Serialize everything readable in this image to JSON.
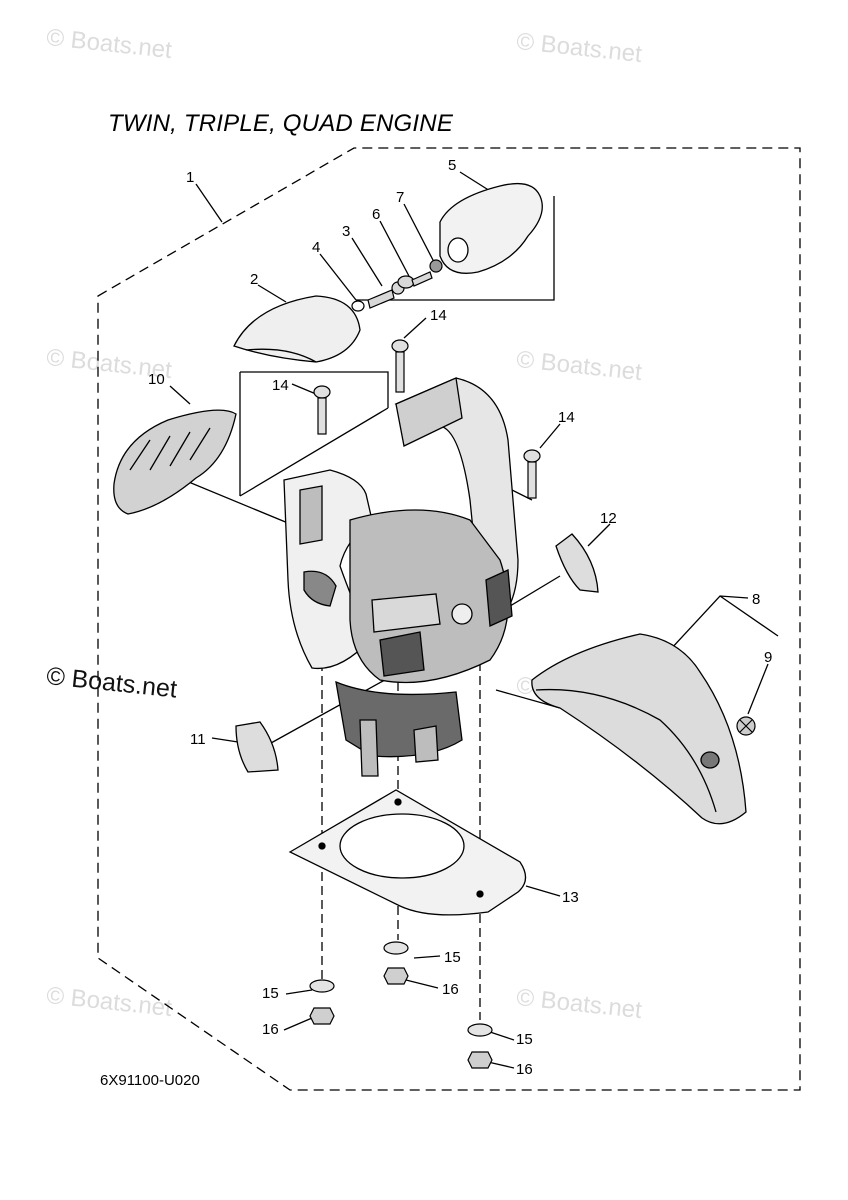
{
  "diagram": {
    "title": "TWIN, TRIPLE, QUAD ENGINE",
    "code": "6X91100-U020",
    "watermark": "© Boats.net",
    "watermark_dark": "© Boats.net",
    "line_color": "#000000",
    "part_fill": "#f2f2f2",
    "part_shade": "#bdbdbd",
    "part_dark": "#555555",
    "callouts": {
      "c1": "1",
      "c2": "2",
      "c3": "3",
      "c4": "4",
      "c5": "5",
      "c6": "6",
      "c7": "7",
      "c8": "8",
      "c9": "9",
      "c10": "10",
      "c11": "11",
      "c12": "12",
      "c13": "13",
      "c14a": "14",
      "c14b": "14",
      "c14c": "14",
      "c15a": "15",
      "c15b": "15",
      "c15c": "15",
      "c16a": "16",
      "c16b": "16",
      "c16c": "16"
    }
  }
}
